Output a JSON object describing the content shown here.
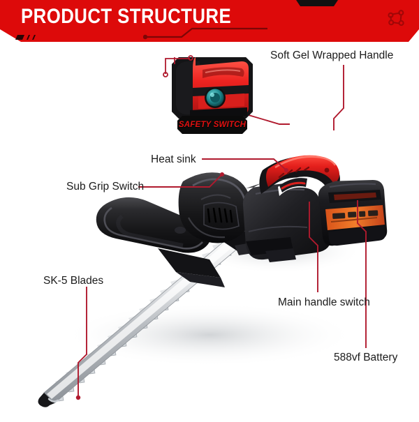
{
  "header": {
    "title": "PRODUCT STRUCTURE",
    "banner_color": "#dd0a0a",
    "title_color": "#ffffff",
    "icon": "network-node-icon",
    "icon_color": "#a00707",
    "decor": [
      "dash-mark",
      "dash-mark",
      "dash-mark",
      "circuit-trace",
      "top-notch"
    ]
  },
  "inset": {
    "caption": "SAFETY SWITCH",
    "caption_color": "#e01010",
    "plate_color": "#0b0b0b",
    "subject": "safety-switch-closeup"
  },
  "product": {
    "name": "cordless-hedge-trimmer",
    "colors": {
      "body": "#1d1d1f",
      "handle_accent": "#e11b1b",
      "blade": "#c9ccd0",
      "battery_label": "#e2621b"
    }
  },
  "callouts": [
    {
      "id": "soft-gel-wrapped-handle",
      "label": "Soft Gel Wrapped Handle",
      "leader_color": "#b01a2e"
    },
    {
      "id": "heat-sink",
      "label": "Heat sink",
      "leader_color": "#b01a2e"
    },
    {
      "id": "sub-grip-switch",
      "label": "Sub Grip Switch",
      "leader_color": "#b01a2e"
    },
    {
      "id": "sk5-blades",
      "label": "SK-5 Blades",
      "leader_color": "#b01a2e"
    },
    {
      "id": "main-handle-switch",
      "label": "Main handle switch",
      "leader_color": "#b01a2e"
    },
    {
      "id": "588vf-battery",
      "label": "588vf Battery",
      "leader_color": "#b01a2e"
    }
  ]
}
